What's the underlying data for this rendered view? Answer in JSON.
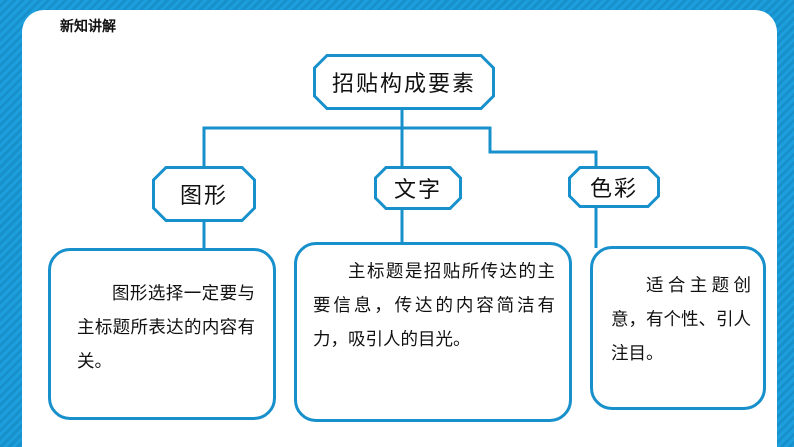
{
  "header": {
    "section_title": "新知讲解"
  },
  "diagram": {
    "root": "招贴构成要素",
    "branches": [
      {
        "label": "图形",
        "description": "图形选择一定要与主标题所表达的内容有关。"
      },
      {
        "label": "文字",
        "description": "主标题是招贴所传达的主要信息，传达的内容简洁有力，吸引人的目光。"
      },
      {
        "label": "色彩",
        "description": "适合主题创意，有个性、引人注目。"
      }
    ]
  },
  "colors": {
    "frame": "#1a9ad6",
    "accent": "#1790cb",
    "panel": "#ffffff",
    "text": "#111111"
  }
}
